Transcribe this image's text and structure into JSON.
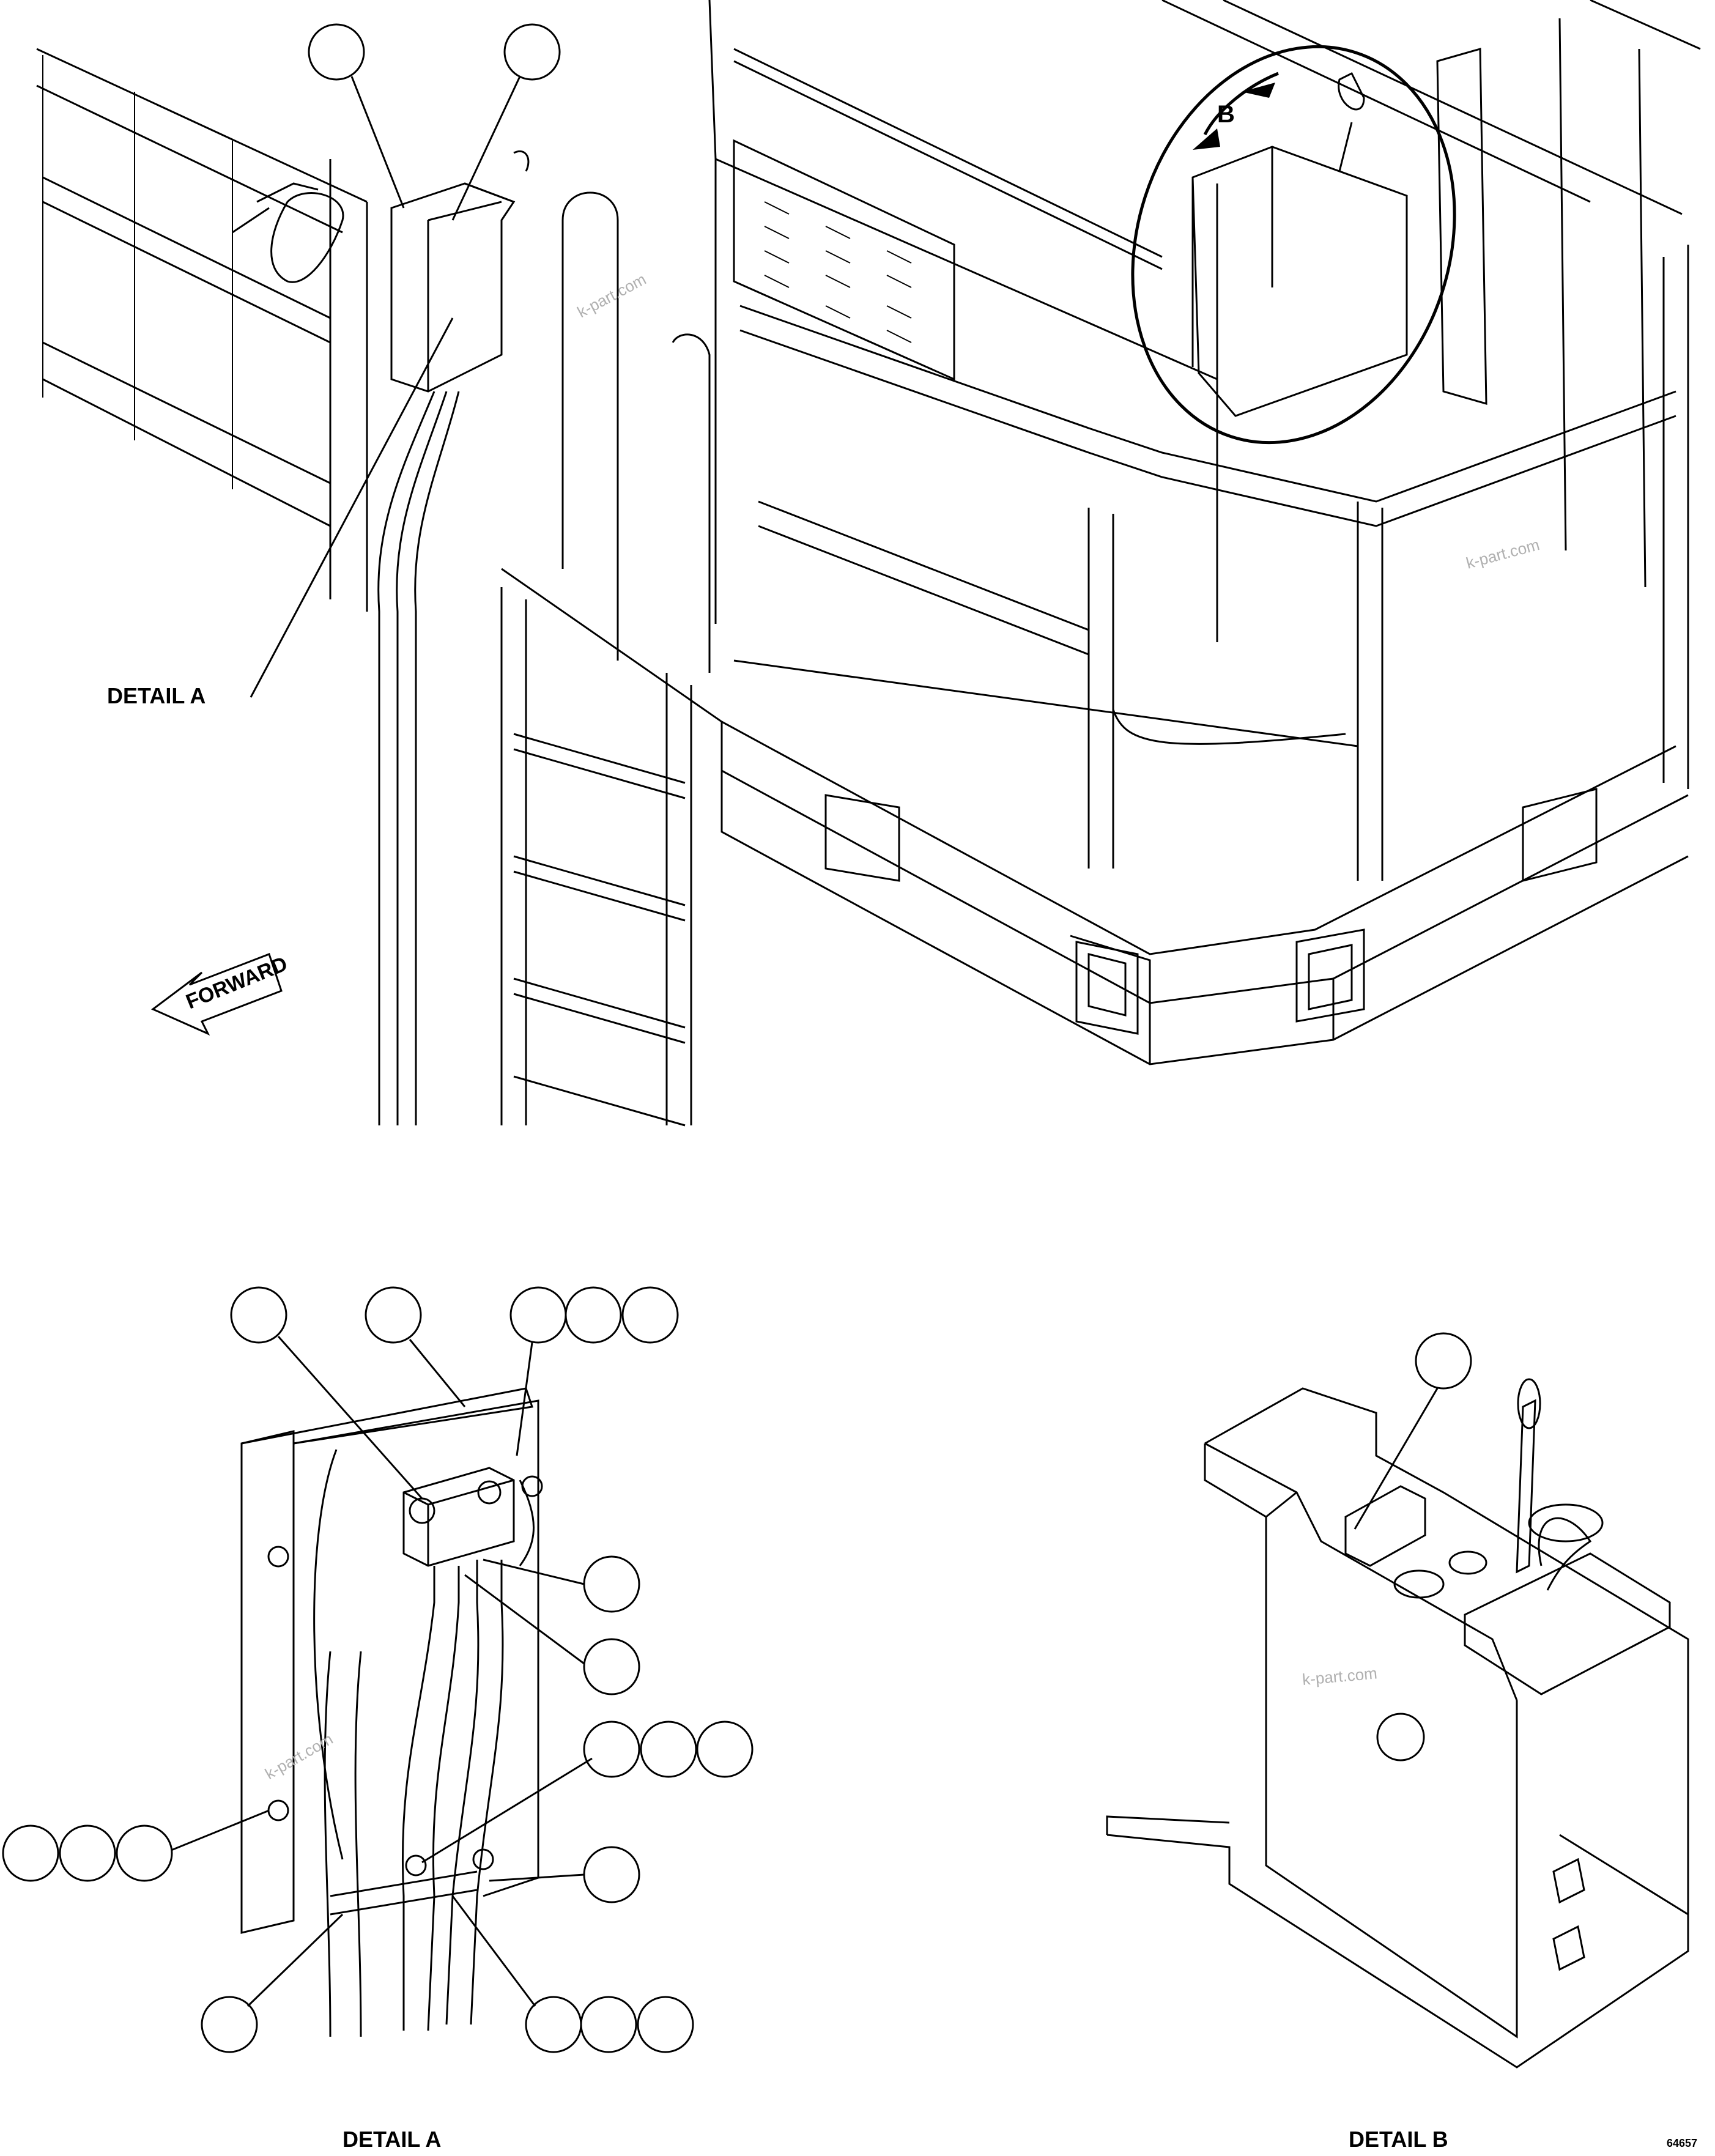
{
  "labels": {
    "detail_a_top": "DETAIL A",
    "detail_a_bottom": "DETAIL A",
    "detail_b": "DETAIL B",
    "forward": "FORWARD",
    "view_b": "B",
    "figure_number": "64657"
  },
  "watermark": "k-part.com"
}
